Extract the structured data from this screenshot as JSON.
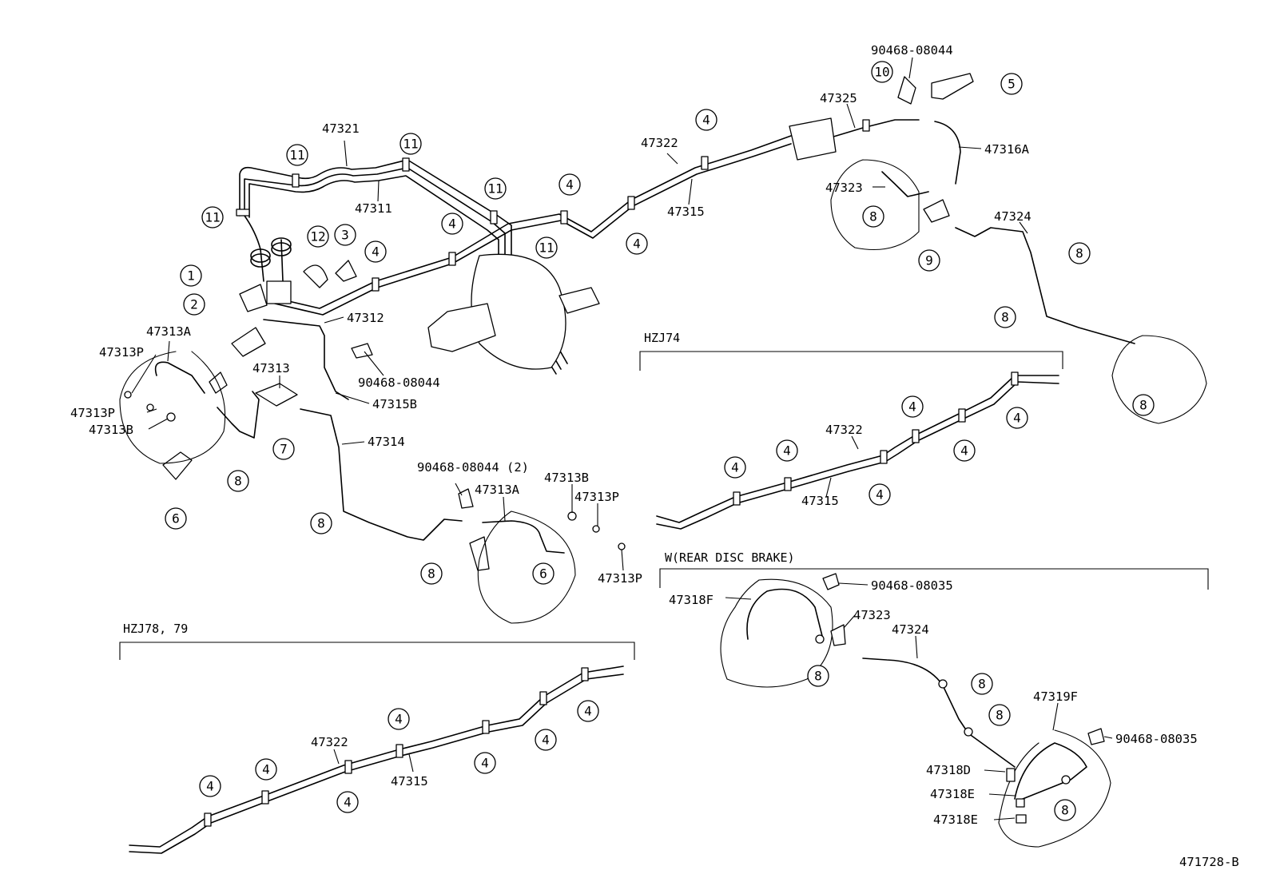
{
  "drawing_code": "471728-B",
  "sections": {
    "hzj74": "HZJ74",
    "rear_disc": "W(REAR DISC BRAKE)",
    "hzj78": "HZJ78, 79"
  },
  "part_labels": {
    "p47321": "47321",
    "p47311": "47311",
    "p47312": "47312",
    "p47313": "47313",
    "p47313A": "47313A",
    "p47313P_a": "47313P",
    "p47313P_b": "47313P",
    "p47313B": "47313B",
    "p90468_a": "90468-08044",
    "p47315B": "47315B",
    "p47314": "47314",
    "p90468_2": "90468-08044 (2)",
    "p47313A_r": "47313A",
    "p47313B_r": "47313B",
    "p47313P_r1": "47313P",
    "p47313P_r2": "47313P",
    "p47322": "47322",
    "p47315": "47315",
    "p47325": "47325",
    "p90468_top": "90468-08044",
    "p47316A": "47316A",
    "p47323": "47323",
    "p47324": "47324",
    "h74_47322": "47322",
    "h74_47315": "47315",
    "rd_47318F": "47318F",
    "rd_90468_a": "90468-08035",
    "rd_47323": "47323",
    "rd_47324": "47324",
    "rd_47319F": "47319F",
    "rd_90468_b": "90468-08035",
    "rd_47318D": "47318D",
    "rd_47318E_a": "47318E",
    "rd_47318E_b": "47318E",
    "h78_47322": "47322",
    "h78_47315": "47315"
  },
  "callouts": {
    "c1": "1",
    "c2": "2",
    "c3": "3",
    "c4": "4",
    "c5": "5",
    "c6": "6",
    "c7": "7",
    "c8": "8",
    "c9": "9",
    "c10": "10",
    "c11": "11",
    "c12": "12"
  }
}
